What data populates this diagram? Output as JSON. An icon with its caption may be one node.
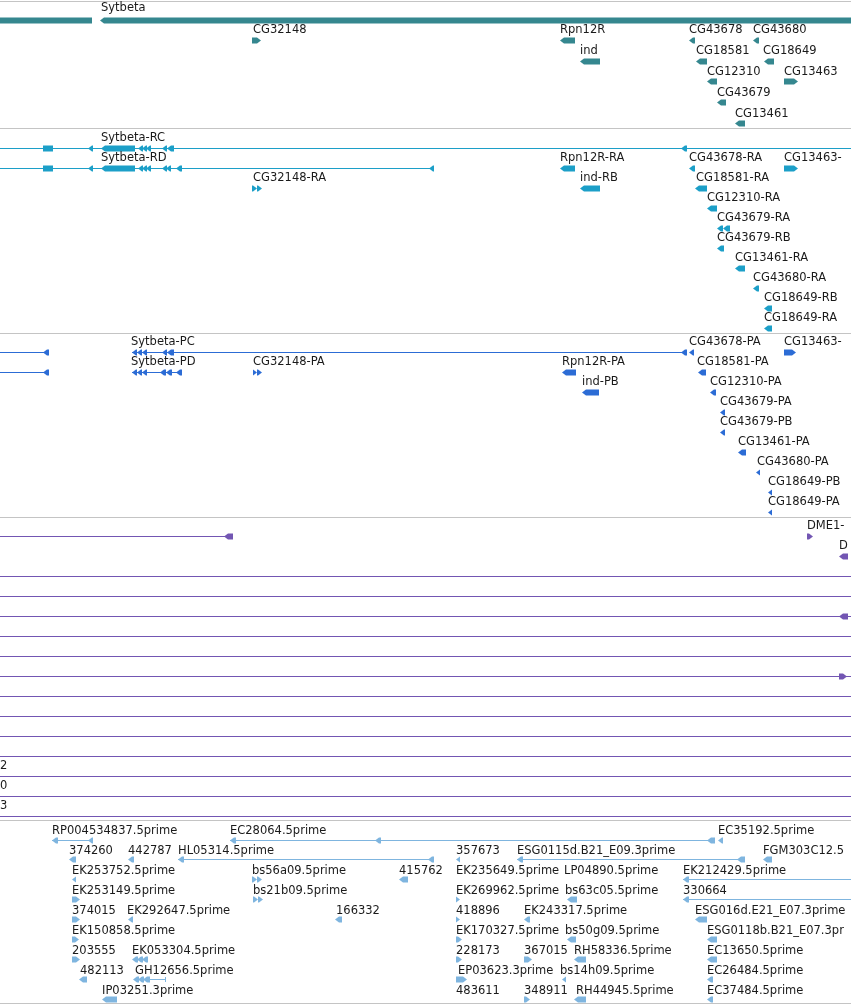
{
  "diagram": {
    "labels": [
      "Sytbeta",
      "CG32148",
      "Rpn12R",
      "CG43678",
      "CG43680",
      "ind",
      "CG18581",
      "CG18649",
      "CG12310",
      "CG13463",
      "CG43679",
      "CG13461",
      "Sytbeta-RC",
      "Sytbeta-RD",
      "Rpn12R-RA",
      "CG43678-RA",
      "CG13463-",
      "CG32148-RA",
      "ind-RB",
      "CG18581-RA",
      "CG12310-RA",
      "CG43679-RA",
      "CG43679-RB",
      "CG13461-RA",
      "CG43680-RA",
      "CG18649-RB",
      "CG18649-RA",
      "Sytbeta-PC",
      "CG43678-PA",
      "CG13463-",
      "Sytbeta-PD",
      "CG32148-PA",
      "Rpn12R-PA",
      "CG18581-PA",
      "ind-PB",
      "CG12310-PA",
      "CG43679-PA",
      "CG43679-PB",
      "CG13461-PA",
      "CG43680-PA",
      "CG18649-PB",
      "CG18649-PA",
      "DME1-",
      "D",
      "2",
      "0",
      "3",
      "RP004534837.5prime",
      "EC28064.5prime",
      "EC35192.5prime",
      "374260",
      "442787",
      "HL05314.5prime",
      "357673",
      "ESG0115d.B21_E09.3prime",
      "FGM303C12.5",
      "EK253752.5prime",
      "bs56a09.5prime",
      "415762",
      "EK235649.5prime",
      "LP04890.5prime",
      "EK212429.5prime",
      "EK253149.5prime",
      "bs21b09.5prime",
      "EK269962.5prime",
      "bs63c05.5prime",
      "330664",
      "374015",
      "EK292647.5prime",
      "166332",
      "418896",
      "EK243317.5prime",
      "ESG016d.E21_E07.3prime",
      "EK150858.5prime",
      "EK170327.5prime",
      "bs50g09.5prime",
      "ESG0118b.B21_E07.3pr",
      "203555",
      "EK053304.5prime",
      "228173",
      "367015",
      "RH58336.5prime",
      "EC13650.5prime",
      "482113",
      "GH12656.5prime",
      "EP03623.3prime",
      "bs14h09.5prime",
      "EC26484.5prime",
      "IP03251.3prime",
      "483611",
      "348911",
      "RH44945.5prime",
      "EC37484.5prime"
    ]
  }
}
